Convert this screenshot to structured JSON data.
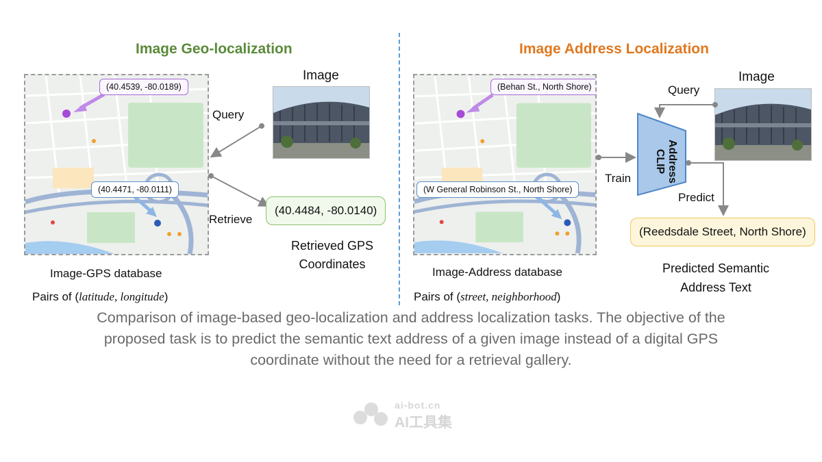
{
  "left": {
    "title": "Image Geo-localization",
    "image_label": "Image",
    "query_label": "Query",
    "retrieve_label": "Retrieve",
    "map_coord_top": "(40.4539, -80.0189)",
    "map_coord_bottom": "(40.4471, -80.0111)",
    "result_text": "(40.4484, -80.0140)",
    "result_caption_line1": "Retrieved GPS",
    "result_caption_line2": "Coordinates",
    "db_label": "Image-GPS database",
    "pairs_prefix": "Pairs of (",
    "pairs_italic": "latitude, longitude",
    "pairs_suffix": ")"
  },
  "right": {
    "title": "Image Address Localization",
    "image_label": "Image",
    "query_label": "Query",
    "train_label": "Train",
    "predict_label": "Predict",
    "model_line1": "Address",
    "model_line2": "CLIP",
    "map_address_top": "(Behan St., North Shore)",
    "map_address_bottom": "(W General Robinson St., North Shore)",
    "result_text": "(Reedsdale Street, North Shore)",
    "result_caption_line1": "Predicted Semantic",
    "result_caption_line2": "Address Text",
    "db_label": "Image-Address database",
    "pairs_prefix": "Pairs of (",
    "pairs_italic": "street, neighborhood",
    "pairs_suffix": ")"
  },
  "caption": {
    "line1": "Comparison of image-based geo-localization and address localization tasks. The objective of the",
    "line2": "proposed task is to predict the semantic text address of a given image instead of a digital GPS",
    "line3": "coordinate without the need for a retrieval gallery."
  },
  "watermark": {
    "domain": "ai-bot.cn",
    "name": "AI工具集"
  },
  "colors": {
    "green_title": "#5b8a3a",
    "orange_title": "#e0781f",
    "divider": "#5b9bd5",
    "model_fill": "#a9c8ea"
  }
}
